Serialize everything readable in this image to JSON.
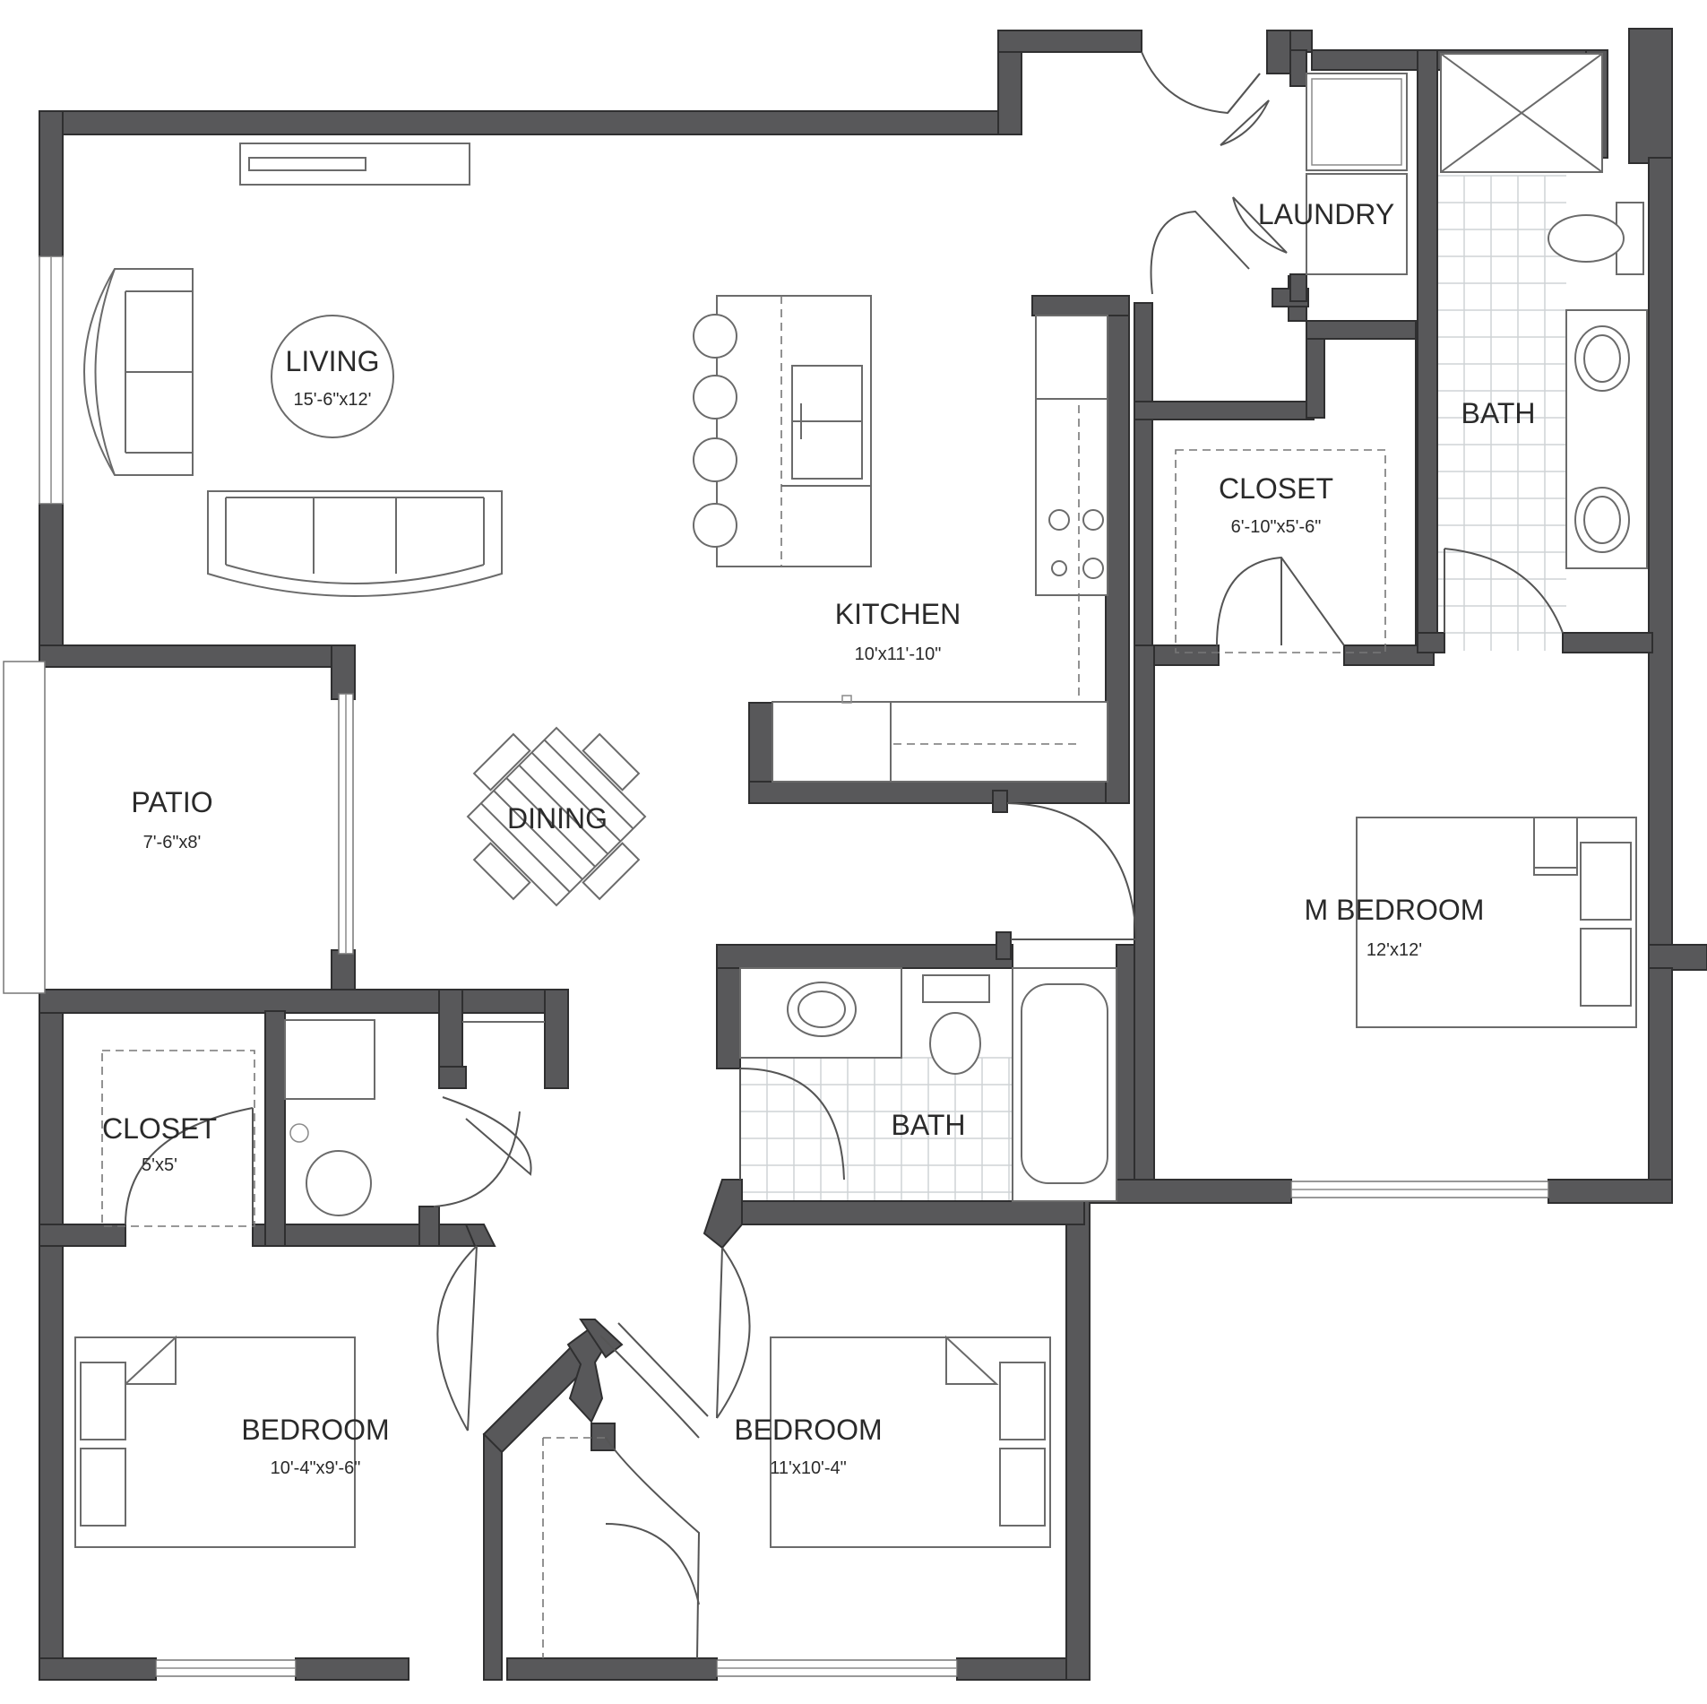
{
  "rooms": {
    "living": {
      "label": "LIVING",
      "dims": "15'-6\"x12'"
    },
    "kitchen": {
      "label": "KITCHEN",
      "dims": "10'x11'-10\""
    },
    "laundry": {
      "label": "LAUNDRY"
    },
    "bath_master": {
      "label": "BATH"
    },
    "closet_master": {
      "label": "CLOSET",
      "dims": "6'-10\"x5'-6\""
    },
    "patio": {
      "label": "PATIO",
      "dims": "7'-6\"x8'"
    },
    "dining": {
      "label": "DINING"
    },
    "m_bedroom": {
      "label": "M BEDROOM",
      "dims": "12'x12'"
    },
    "bath_hall": {
      "label": "BATH"
    },
    "closet_small": {
      "label": "CLOSET",
      "dims": "5'x5'"
    },
    "bedroom_1": {
      "label": "BEDROOM",
      "dims": "10'-4\"x9'-6\""
    },
    "bedroom_2": {
      "label": "BEDROOM",
      "dims": "11'x10'-4\""
    }
  },
  "colors": {
    "wall": "#58585a",
    "line": "#6a6a6a",
    "tile": "#cfd3d6"
  }
}
